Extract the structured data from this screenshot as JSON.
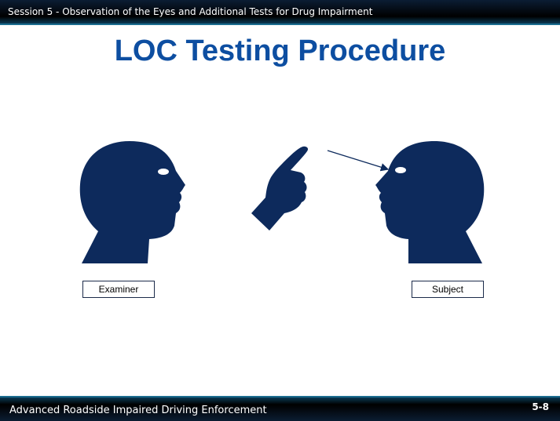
{
  "header": {
    "session_title": "Session 5 - Observation of the Eyes and Additional Tests for Drug Impairment"
  },
  "slide": {
    "title": "LOC Testing Procedure",
    "examiner_label": "Examiner",
    "subject_label": "Subject"
  },
  "icons": {
    "left_head": "head-profile-facing-right",
    "right_head": "head-profile-facing-left",
    "hand": "pointing-finger-hand",
    "arrow": "arrow-line"
  },
  "colors": {
    "title": "#0d4ea1",
    "silhouette": "#0d2a5c",
    "bar": "#000000",
    "bar_accent": "#1b6d8f"
  },
  "footer": {
    "course_title": "Advanced Roadside Impaired Driving Enforcement",
    "page_number": "5-8"
  }
}
